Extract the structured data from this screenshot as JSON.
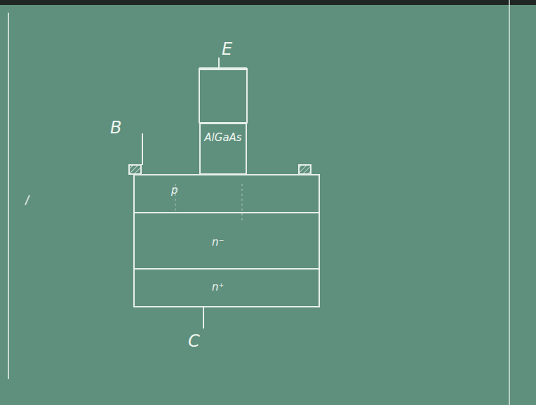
{
  "diagram": {
    "nodes": [
      {
        "text": [
          "AlGaAs"
        ]
      },
      {
        "text": [
          "p"
        ]
      },
      {
        "text": [
          "n⁻"
        ]
      },
      {
        "text": [
          "n⁺"
        ]
      }
    ],
    "labels": [
      "E",
      "B",
      "C"
    ]
  }
}
